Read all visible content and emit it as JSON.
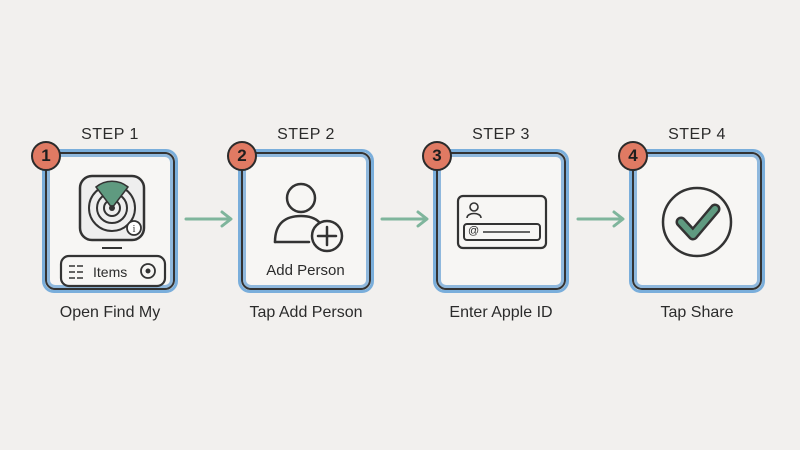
{
  "steps": [
    {
      "number": "1",
      "title": "STEP 1",
      "caption": "Open Find My",
      "card_label": "Items",
      "icon": "find-my-radar-icon"
    },
    {
      "number": "2",
      "title": "STEP 2",
      "caption": "Tap Add Person",
      "card_label": "Add Person",
      "icon": "add-person-icon"
    },
    {
      "number": "3",
      "title": "STEP 3",
      "caption": "Enter Apple ID",
      "card_label": "@",
      "icon": "apple-id-form-icon"
    },
    {
      "number": "4",
      "title": "STEP 4",
      "caption": "Tap Share",
      "card_label": "",
      "icon": "checkmark-icon"
    }
  ],
  "colors": {
    "background": "#f2f0ee",
    "card_border": "#7aaedb",
    "badge": "#e07a63",
    "arrow": "#7fb59c",
    "accent_green": "#5f9a80"
  }
}
